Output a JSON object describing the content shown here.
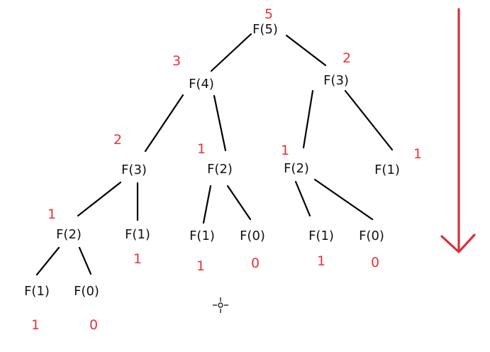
{
  "colors": {
    "node_text": "#111111",
    "edge": "#000000",
    "value_text": "#e8323c",
    "arrow": "#d9303c",
    "cursor": "#222222"
  },
  "icons": {
    "cursor": "crosshair-cursor-icon",
    "arrow": "down-arrow-icon"
  },
  "nodes": {
    "f5": "F(5)",
    "f4": "F(4)",
    "f3_top": "F(3)",
    "f3_left": "F(3)",
    "f2_mid": "F(2)",
    "f2_right": "F(2)",
    "f1_right": "F(1)",
    "f2_left": "F(2)",
    "f1_a": "F(1)",
    "f1_b": "F(1)",
    "f0_b": "F(0)",
    "f1_c": "F(1)",
    "f0_c": "F(0)",
    "f1_d": "F(1)",
    "f0_d": "F(0)"
  },
  "values": {
    "f5": "5",
    "f4": "3",
    "f3_top": "2",
    "f3_left": "2",
    "f2_mid": "1",
    "f2_right": "1",
    "f1_right": "1",
    "f2_left": "1",
    "f1_a": "1",
    "f1_b": "1",
    "f0_b": "0",
    "f1_c": "1",
    "f0_c": "0",
    "f1_d": "1",
    "f0_d": "0"
  }
}
